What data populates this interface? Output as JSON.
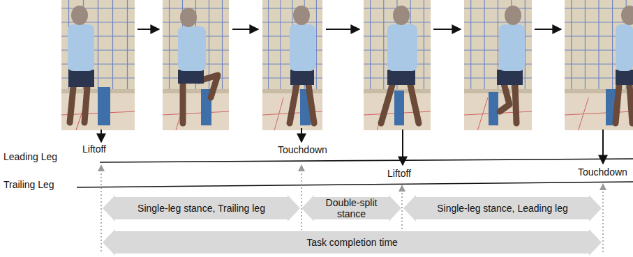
{
  "diagram": {
    "nodes": [
      {
        "text": [
          "Single-leg stance, Trailing leg"
        ]
      },
      {
        "text": [
          "Double-split stance"
        ]
      },
      {
        "text": [
          "Single-leg stance, Leading leg"
        ]
      },
      {
        "text": [
          "Task completion time"
        ]
      }
    ],
    "labels": [
      "Liftoff",
      "Touchdown",
      "Leading Leg",
      "Liftoff",
      "Touchdown",
      "Trailing Leg"
    ]
  }
}
